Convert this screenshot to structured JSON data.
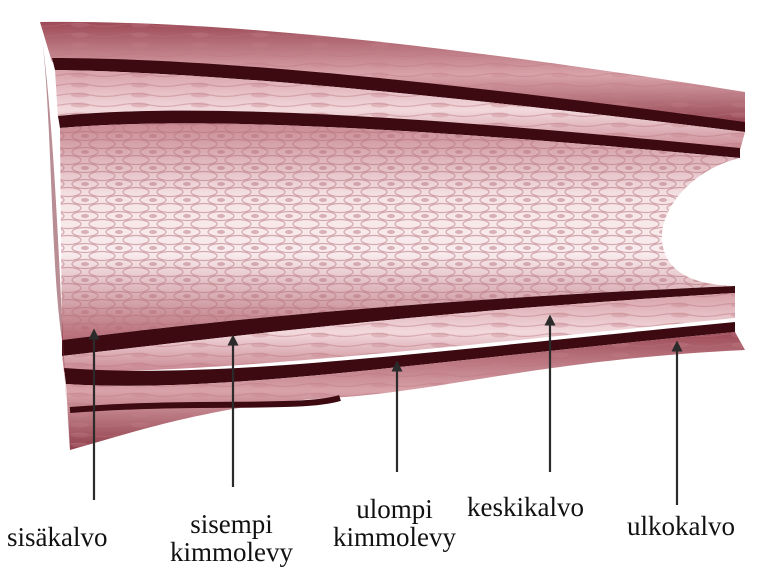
{
  "labels": {
    "sisakalvo": {
      "lines": [
        "sisäkalvo"
      ]
    },
    "sisempi": {
      "lines": [
        "sisempi",
        "kimmolevy"
      ]
    },
    "ulompi": {
      "lines": [
        "ulompi",
        "kimmolevy"
      ]
    },
    "keskikalvo": {
      "lines": [
        "keskikalvo"
      ]
    },
    "ulkokalvo": {
      "lines": [
        "ulkokalvo"
      ]
    }
  },
  "colors": {
    "tissue_light": "#f4dfe1",
    "tissue_mid": "#c98a92",
    "tissue_dark": "#8a3b47",
    "membrane": "#3d0a12",
    "arrow": "#2b2b2b"
  }
}
